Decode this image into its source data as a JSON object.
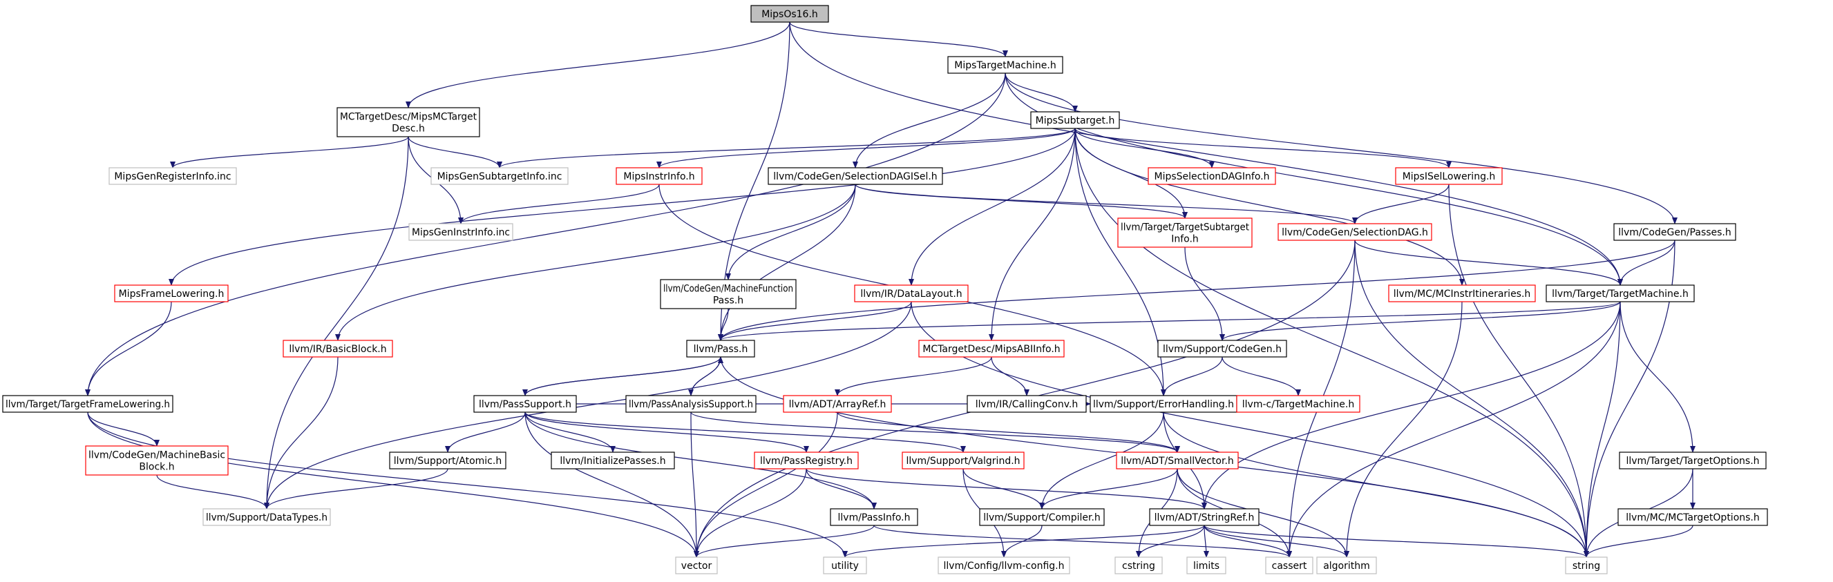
{
  "diagram": {
    "colors": {
      "edge": "#191970",
      "black_border": "#000000",
      "red_border": "#ff0000",
      "gray_border": "#bfbfbf",
      "root_fill": "#bfbfbf",
      "text": "#000000"
    },
    "nodes": [
      {
        "id": "mipsos16",
        "lines": [
          "MipsOs16.h"
        ],
        "border": "root"
      },
      {
        "id": "mipstargetmachine",
        "lines": [
          "MipsTargetMachine.h"
        ],
        "border": "black"
      },
      {
        "id": "mcmipsmctargetdesc",
        "lines": [
          "MCTargetDesc/MipsMCTarget",
          "Desc.h"
        ],
        "border": "black"
      },
      {
        "id": "mipssubtarget",
        "lines": [
          "MipsSubtarget.h"
        ],
        "border": "black"
      },
      {
        "id": "mipsgenregisterinfo",
        "lines": [
          "MipsGenRegisterInfo.inc"
        ],
        "border": "gray"
      },
      {
        "id": "mipsgensubtargetinfo",
        "lines": [
          "MipsGenSubtargetInfo.inc"
        ],
        "border": "gray"
      },
      {
        "id": "mipsinstrinfo",
        "lines": [
          "MipsInstrInfo.h"
        ],
        "border": "red"
      },
      {
        "id": "selectiondagisel",
        "lines": [
          "llvm/CodeGen/SelectionDAGISel.h"
        ],
        "border": "black"
      },
      {
        "id": "mipsselectiondaginfo",
        "lines": [
          "MipsSelectionDAGInfo.h"
        ],
        "border": "red"
      },
      {
        "id": "mipsisellowering",
        "lines": [
          "MipsISelLowering.h"
        ],
        "border": "red"
      },
      {
        "id": "mipsgeninstrinfo",
        "lines": [
          "MipsGenInstrInfo.inc"
        ],
        "border": "gray"
      },
      {
        "id": "targetsubtargetinfo",
        "lines": [
          "llvm/Target/TargetSubtarget",
          "Info.h"
        ],
        "border": "red"
      },
      {
        "id": "selectiondag",
        "lines": [
          "llvm/CodeGen/SelectionDAG.h"
        ],
        "border": "red"
      },
      {
        "id": "codegenpasses",
        "lines": [
          "llvm/CodeGen/Passes.h"
        ],
        "border": "black"
      },
      {
        "id": "mipsframelowering",
        "lines": [
          "MipsFrameLowering.h"
        ],
        "border": "red"
      },
      {
        "id": "machinefunctionpass",
        "lines": [
          "llvm/CodeGen/MachineFunction",
          "Pass.h"
        ],
        "border": "black"
      },
      {
        "id": "datalayout",
        "lines": [
          "llvm/IR/DataLayout.h"
        ],
        "border": "red"
      },
      {
        "id": "mcinstritineraries",
        "lines": [
          "llvm/MC/MCInstrItineraries.h"
        ],
        "border": "red"
      },
      {
        "id": "targetmachine",
        "lines": [
          "llvm/Target/TargetMachine.h"
        ],
        "border": "black"
      },
      {
        "id": "basicblock",
        "lines": [
          "llvm/IR/BasicBlock.h"
        ],
        "border": "red"
      },
      {
        "id": "pass",
        "lines": [
          "llvm/Pass.h"
        ],
        "border": "black"
      },
      {
        "id": "mipsabiinfo",
        "lines": [
          "MCTargetDesc/MipsABIInfo.h"
        ],
        "border": "red"
      },
      {
        "id": "supportcodegen",
        "lines": [
          "llvm/Support/CodeGen.h"
        ],
        "border": "black"
      },
      {
        "id": "targetframelowering",
        "lines": [
          "llvm/Target/TargetFrameLowering.h"
        ],
        "border": "black"
      },
      {
        "id": "passsupport",
        "lines": [
          "llvm/PassSupport.h"
        ],
        "border": "black"
      },
      {
        "id": "passanalysissupport",
        "lines": [
          "llvm/PassAnalysisSupport.h"
        ],
        "border": "black"
      },
      {
        "id": "arrayref",
        "lines": [
          "llvm/ADT/ArrayRef.h"
        ],
        "border": "red"
      },
      {
        "id": "callingconv",
        "lines": [
          "llvm/IR/CallingConv.h"
        ],
        "border": "black"
      },
      {
        "id": "errorhandling",
        "lines": [
          "llvm/Support/ErrorHandling.h"
        ],
        "border": "black"
      },
      {
        "id": "ctargetmachine",
        "lines": [
          "llvm-c/TargetMachine.h"
        ],
        "border": "red"
      },
      {
        "id": "machinebasicblock",
        "lines": [
          "llvm/CodeGen/MachineBasic",
          "Block.h"
        ],
        "border": "red"
      },
      {
        "id": "supportatomic",
        "lines": [
          "llvm/Support/Atomic.h"
        ],
        "border": "black"
      },
      {
        "id": "initializepasses",
        "lines": [
          "llvm/InitializePasses.h"
        ],
        "border": "black"
      },
      {
        "id": "passregistry",
        "lines": [
          "llvm/PassRegistry.h"
        ],
        "border": "red"
      },
      {
        "id": "valgrind",
        "lines": [
          "llvm/Support/Valgrind.h"
        ],
        "border": "red"
      },
      {
        "id": "smallvector",
        "lines": [
          "llvm/ADT/SmallVector.h"
        ],
        "border": "red"
      },
      {
        "id": "targetoptions",
        "lines": [
          "llvm/Target/TargetOptions.h"
        ],
        "border": "black"
      },
      {
        "id": "datatypes",
        "lines": [
          "llvm/Support/DataTypes.h"
        ],
        "border": "gray"
      },
      {
        "id": "passinfo",
        "lines": [
          "llvm/PassInfo.h"
        ],
        "border": "black"
      },
      {
        "id": "compiler",
        "lines": [
          "llvm/Support/Compiler.h"
        ],
        "border": "black"
      },
      {
        "id": "stringref",
        "lines": [
          "llvm/ADT/StringRef.h"
        ],
        "border": "black"
      },
      {
        "id": "mcmctargetoptions",
        "lines": [
          "llvm/MC/MCTargetOptions.h"
        ],
        "border": "black"
      },
      {
        "id": "vector",
        "lines": [
          "vector"
        ],
        "border": "gray"
      },
      {
        "id": "utility",
        "lines": [
          "utility"
        ],
        "border": "gray"
      },
      {
        "id": "llvmconfig",
        "lines": [
          "llvm/Config/llvm-config.h"
        ],
        "border": "gray"
      },
      {
        "id": "cstring",
        "lines": [
          "cstring"
        ],
        "border": "gray"
      },
      {
        "id": "limits",
        "lines": [
          "limits"
        ],
        "border": "gray"
      },
      {
        "id": "cassert",
        "lines": [
          "cassert"
        ],
        "border": "gray"
      },
      {
        "id": "algorithm",
        "lines": [
          "algorithm"
        ],
        "border": "gray"
      },
      {
        "id": "string",
        "lines": [
          "string"
        ],
        "border": "gray"
      }
    ],
    "edges": [
      [
        "mipsos16",
        "mipstargetmachine"
      ],
      [
        "mipsos16",
        "mcmipsmctargetdesc"
      ],
      [
        "mipsos16",
        "pass"
      ],
      [
        "mipsos16",
        "targetmachine"
      ],
      [
        "mipstargetmachine",
        "mipssubtarget"
      ],
      [
        "mipstargetmachine",
        "selectiondagisel"
      ],
      [
        "mipstargetmachine",
        "targetframelowering"
      ],
      [
        "mipstargetmachine",
        "codegenpasses"
      ],
      [
        "mipstargetmachine",
        "targetmachine"
      ],
      [
        "mcmipsmctargetdesc",
        "mipsgenregisterinfo"
      ],
      [
        "mcmipsmctargetdesc",
        "mipsgensubtargetinfo"
      ],
      [
        "mcmipsmctargetdesc",
        "mipsgeninstrinfo"
      ],
      [
        "mcmipsmctargetdesc",
        "datatypes"
      ],
      [
        "mipssubtarget",
        "mipsgensubtargetinfo"
      ],
      [
        "mipssubtarget",
        "mipsinstrinfo"
      ],
      [
        "mipssubtarget",
        "mipsframelowering"
      ],
      [
        "mipssubtarget",
        "mipsselectiondaginfo"
      ],
      [
        "mipssubtarget",
        "mipsisellowering"
      ],
      [
        "mipssubtarget",
        "targetsubtargetinfo"
      ],
      [
        "mipssubtarget",
        "datalayout"
      ],
      [
        "mipssubtarget",
        "mipsabiinfo"
      ],
      [
        "mipssubtarget",
        "errorhandling"
      ],
      [
        "mipssubtarget",
        "mcinstritineraries"
      ],
      [
        "mipssubtarget",
        "string"
      ],
      [
        "mipsinstrinfo",
        "mipsgeninstrinfo"
      ],
      [
        "mipsinstrinfo",
        "errorhandling"
      ],
      [
        "selectiondagisel",
        "basicblock"
      ],
      [
        "selectiondagisel",
        "machinefunctionpass"
      ],
      [
        "selectiondagisel",
        "pass"
      ],
      [
        "selectiondagisel",
        "selectiondag"
      ],
      [
        "selectiondagisel",
        "targetsubtargetinfo"
      ],
      [
        "mipsisellowering",
        "selectiondag"
      ],
      [
        "mipsisellowering",
        "string"
      ],
      [
        "targetsubtargetinfo",
        "supportcodegen"
      ],
      [
        "selectiondag",
        "vector"
      ],
      [
        "selectiondag",
        "cassert"
      ],
      [
        "selectiondag",
        "string"
      ],
      [
        "selectiondag",
        "targetmachine"
      ],
      [
        "codegenpasses",
        "pass"
      ],
      [
        "codegenpasses",
        "targetmachine"
      ],
      [
        "codegenpasses",
        "string"
      ],
      [
        "mipsframelowering",
        "targetframelowering"
      ],
      [
        "machinefunctionpass",
        "pass"
      ],
      [
        "datalayout",
        "pass"
      ],
      [
        "datalayout",
        "datatypes"
      ],
      [
        "datalayout",
        "string"
      ],
      [
        "mcinstritineraries",
        "algorithm"
      ],
      [
        "targetmachine",
        "pass"
      ],
      [
        "targetmachine",
        "supportcodegen"
      ],
      [
        "targetmachine",
        "targetoptions"
      ],
      [
        "targetmachine",
        "stringref"
      ],
      [
        "targetmachine",
        "cassert"
      ],
      [
        "targetmachine",
        "string"
      ],
      [
        "basicblock",
        "datatypes"
      ],
      [
        "pass",
        "passsupport"
      ],
      [
        "pass",
        "passanalysissupport"
      ],
      [
        "pass",
        "string"
      ],
      [
        "mipsabiinfo",
        "arrayref"
      ],
      [
        "mipsabiinfo",
        "callingconv"
      ],
      [
        "supportcodegen",
        "errorhandling"
      ],
      [
        "supportcodegen",
        "ctargetmachine"
      ],
      [
        "targetframelowering",
        "machinebasicblock"
      ],
      [
        "targetframelowering",
        "utility"
      ],
      [
        "targetframelowering",
        "vector"
      ],
      [
        "passsupport",
        "pass"
      ],
      [
        "passsupport",
        "supportatomic"
      ],
      [
        "passsupport",
        "initializepasses"
      ],
      [
        "passsupport",
        "passregistry"
      ],
      [
        "passsupport",
        "valgrind"
      ],
      [
        "passsupport",
        "passinfo"
      ],
      [
        "passsupport",
        "errorhandling"
      ],
      [
        "passsupport",
        "vector"
      ],
      [
        "passanalysissupport",
        "pass"
      ],
      [
        "passanalysissupport",
        "smallvector"
      ],
      [
        "passanalysissupport",
        "vector"
      ],
      [
        "arrayref",
        "smallvector"
      ],
      [
        "arrayref",
        "vector"
      ],
      [
        "errorhandling",
        "compiler"
      ],
      [
        "errorhandling",
        "stringref"
      ],
      [
        "errorhandling",
        "string"
      ],
      [
        "machinebasicblock",
        "datatypes"
      ],
      [
        "supportatomic",
        "datatypes"
      ],
      [
        "passregistry",
        "passinfo"
      ],
      [
        "passregistry",
        "stringref"
      ],
      [
        "passregistry",
        "vector"
      ],
      [
        "valgrind",
        "compiler"
      ],
      [
        "valgrind",
        "llvmconfig"
      ],
      [
        "smallvector",
        "compiler"
      ],
      [
        "smallvector",
        "cstring"
      ],
      [
        "smallvector",
        "cassert"
      ],
      [
        "smallvector",
        "algorithm"
      ],
      [
        "targetoptions",
        "mcmctargetoptions"
      ],
      [
        "targetoptions",
        "string"
      ],
      [
        "passinfo",
        "vector"
      ],
      [
        "passinfo",
        "cassert"
      ],
      [
        "compiler",
        "llvmconfig"
      ],
      [
        "stringref",
        "utility"
      ],
      [
        "stringref",
        "cstring"
      ],
      [
        "stringref",
        "limits"
      ],
      [
        "stringref",
        "cassert"
      ],
      [
        "stringref",
        "algorithm"
      ],
      [
        "stringref",
        "string"
      ],
      [
        "mcmctargetoptions",
        "string"
      ]
    ]
  }
}
